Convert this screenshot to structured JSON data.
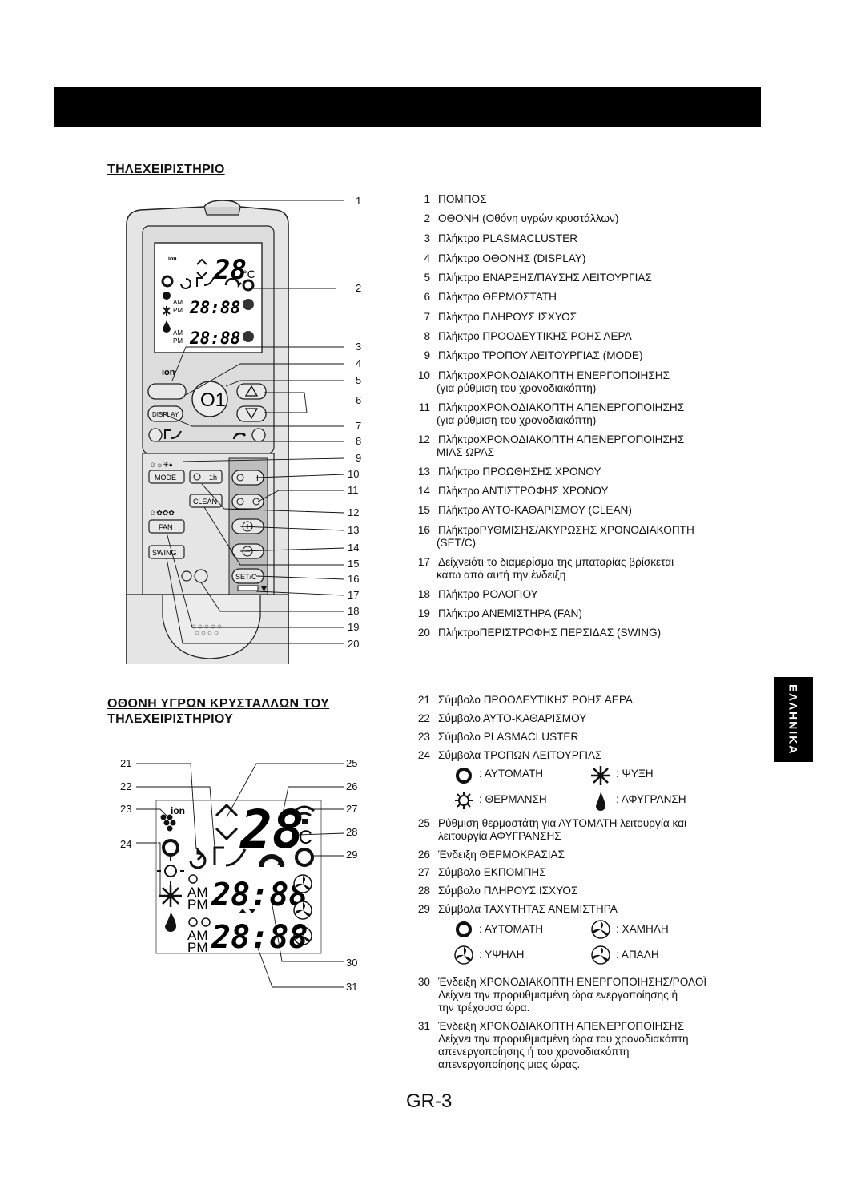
{
  "header": {
    "bar_color": "#000000"
  },
  "section_remote": {
    "title": "ΤΗΛΕΧΕΙΡΙΣΤΗΡΙΟ"
  },
  "section_lcd": {
    "title_line1": "ΟΘΟΝΗ ΥΓΡΩΝ ΚΡΥΣΤΑΛΛΩΝ ΤΟΥ",
    "title_line2": "ΤΗΛΕΧΕΙΡΙΣΤΗΡΙΟΥ"
  },
  "language_tab": "ΕΛΛΗΝΙΚΑ",
  "remote_items": [
    {
      "n": "1",
      "t": "ΠΟΜΠΟΣ"
    },
    {
      "n": "2",
      "t": "ΟΘΟΝΗ (Οθόνη υγρών κρυστάλλων)"
    },
    {
      "n": "3",
      "t": "Πλήκτρο PLASMACLUSTER"
    },
    {
      "n": "4",
      "t": "Πλήκτρο ΟΘΟΝΗΣ (DISPLAY)"
    },
    {
      "n": "5",
      "t": "Πλήκτρο ΕΝΑΡΞΗΣ/ΠΑΥΣΗΣ ΛΕΙΤΟΥΡΓΙΑΣ"
    },
    {
      "n": "6",
      "t": "Πλήκτρο ΘΕΡΜΟΣΤΑΤΗ"
    },
    {
      "n": "7",
      "t": "Πλήκτρο ΠΛΗΡΟΥΣ ΙΣΧΥΟΣ"
    },
    {
      "n": "8",
      "t": "Πλήκτρο ΠΡΟΟΔΕΥΤΙΚΗΣ ΡΟΗΣ ΑΕΡΑ"
    },
    {
      "n": "9",
      "t": "Πλήκτρο ΤΡΟΠΟΥ ΛΕΙΤΟΥΡΓΙΑΣ (MODE)"
    },
    {
      "n": "10",
      "t": "ΠλήκτροΧΡΟΝΟΔΙΑΚΟΠΤΗ ΕΝΕΡΓΟΠΟΙΗΣΗΣ",
      "t2": "(για ρύθμιση του χρονοδιακόπτη)"
    },
    {
      "n": "11",
      "t": "ΠλήκτροΧΡΟΝΟΔΙΑΚΟΠΤΗ ΑΠΕΝΕΡΓΟΠΟΙΗΣΗΣ",
      "t2": "(για ρύθμιση του χρονοδιακόπτη)"
    },
    {
      "n": "12",
      "t": "ΠλήκτροΧΡΟΝΟΔΙΑΚΟΠΤΗ ΑΠΕΝΕΡΓΟΠΟΙΗΣΗΣ",
      "t2": "ΜΙΑΣ ΩΡΑΣ"
    },
    {
      "n": "13",
      "t": "Πλήκτρο ΠΡΟΩΘΗΣΗΣ ΧΡΟΝΟΥ"
    },
    {
      "n": "14",
      "t": "Πλήκτρο ΑΝΤΙΣΤΡΟΦΗΣ ΧΡΟΝΟΥ"
    },
    {
      "n": "15",
      "t": "Πλήκτρο ΑΥΤΟ-ΚΑΘΑΡΙΣΜΟΥ (CLEAN)"
    },
    {
      "n": "16",
      "t": "ΠλήκτροΡΥΘΜΙΣΗΣ/ΑΚΥΡΩΣΗΣ ΧΡΟΝΟΔΙΑΚΟΠΤΗ",
      "t2": "(SET/C)"
    },
    {
      "n": "17",
      "t": "Δείχνειότι το διαμερίσμα της μπαταρίας βρίσκεται",
      "t2": "κάτω από αυτή την ένδειξη"
    },
    {
      "n": "18",
      "t": "Πλήκτρο ΡΟΛΟΓΙΟΥ"
    },
    {
      "n": "19",
      "t": "Πλήκτρο ΑΝΕΜΙΣΤΗΡΑ (FAN)"
    },
    {
      "n": "20",
      "t": "ΠλήκτροΠΕΡΙΣΤΡΟΦΗΣ ΠΕΡΣΙΔΑΣ (SWING)"
    }
  ],
  "lcd_items": [
    {
      "n": "21",
      "t": "Σύμβολο ΠΡΟΟΔΕΥΤΙΚΗΣ ΡΟΗΣ ΑΕΡΑ"
    },
    {
      "n": "22",
      "t": "Σύμβολο ΑΥΤΟ-ΚΑΘΑΡΙΣΜΟΥ"
    },
    {
      "n": "23",
      "t": "Σύμβολο PLASMACLUSTER"
    },
    {
      "n": "24",
      "t": "Σύμβολα ΤΡΟΠΩΝ ΛΕΙΤΟΥΡΓΙΑΣ"
    },
    {
      "n": "25",
      "t": "Ρύθμιση θερμοστάτη για ΑΥΤΟΜΑΤΗ λειτουργία και",
      "t2": "λειτουργία ΑΦΥΓΡΑΝΣΗΣ"
    },
    {
      "n": "26",
      "t": "Ένδειξη ΘΕΡΜΟΚΡΑΣΙΑΣ"
    },
    {
      "n": "27",
      "t": "Σύμβολο ΕΚΠΟΜΠΗΣ"
    },
    {
      "n": "28",
      "t": "Σύμβολο ΠΛΗΡΟΥΣ ΙΣΧΥΟΣ"
    },
    {
      "n": "29",
      "t": "Σύμβολα ΤΑΧΥΤΗΤΑΣ ΑΝΕΜΙΣΤΗΡΑ"
    },
    {
      "n": "30",
      "t": "Ένδειξη ΧΡΟΝΟΔΙΑΚΟΠΤΗ ΕΝΕΡΓΟΠΟΙΗΣΗΣ/ΡΟΛΟΪ",
      "t2": "Δείχνει την προρυθμισμένη ώρα ενεργοποίησης ή",
      "t3": "την τρέχουσα ώρα."
    },
    {
      "n": "31",
      "t": "Ένδειξη ΧΡΟΝΟΔΙΑΚΟΠΤΗ ΑΠΕΝΕΡΓΟΠΟΙΗΣΗΣ",
      "t2": "Δείχνει την προρυθμισμένη ώρα του χρονοδιακόπτη",
      "t3": "απενεργοποίησης ή του χρονοδιακόπτη",
      "t4": "απενεργοποίησης μιας ώρας."
    }
  ],
  "mode_legend": [
    {
      "icon": "auto-mode-icon",
      "label": ": ΑΥΤΟΜΑΤΗ"
    },
    {
      "icon": "cool-mode-icon",
      "label": ": ΨΥΞΗ"
    },
    {
      "icon": "heat-mode-icon",
      "label": ": ΘΕΡΜΑΝΣΗ"
    },
    {
      "icon": "dry-mode-icon",
      "label": ": ΑΦΥΓΡΑΝΣΗ"
    }
  ],
  "fan_legend": [
    {
      "icon": "fan-auto-icon",
      "label": ": ΑΥΤΟΜΑΤΗ"
    },
    {
      "icon": "fan-low-icon",
      "label": ": ΧΑΜΗΛΗ"
    },
    {
      "icon": "fan-high-icon",
      "label": ": ΥΨΗΛΗ"
    },
    {
      "icon": "fan-soft-icon",
      "label": ": ΑΠΑΛΗ"
    }
  ],
  "remote_labels": {
    "display": "DISPLAY",
    "mode": "MODE",
    "clean": "CLEAN",
    "fan": "FAN",
    "swing": "SWING",
    "setc": "SET/C",
    "oneh": "1h",
    "ion": "ion",
    "temp": "28",
    "deg": "°C",
    "time": "28:88",
    "am": "AM",
    "pm": "PM",
    "o1": "O1",
    "on_i": "I"
  },
  "lcd_labels": {
    "ion": "ion",
    "temp": "28",
    "deg": "°C",
    "time": "28:88",
    "am": "AM",
    "pm": "PM"
  },
  "remote_callouts": [
    "1",
    "2",
    "3",
    "4",
    "5",
    "6",
    "7",
    "8",
    "9",
    "10",
    "11",
    "12",
    "13",
    "14",
    "15",
    "16",
    "17",
    "18",
    "19",
    "20"
  ],
  "lcd_callouts_left": [
    "21",
    "22",
    "23",
    "24"
  ],
  "lcd_callouts_right": [
    "25",
    "26",
    "27",
    "28",
    "29",
    "30",
    "31"
  ],
  "footer": "GR-3"
}
